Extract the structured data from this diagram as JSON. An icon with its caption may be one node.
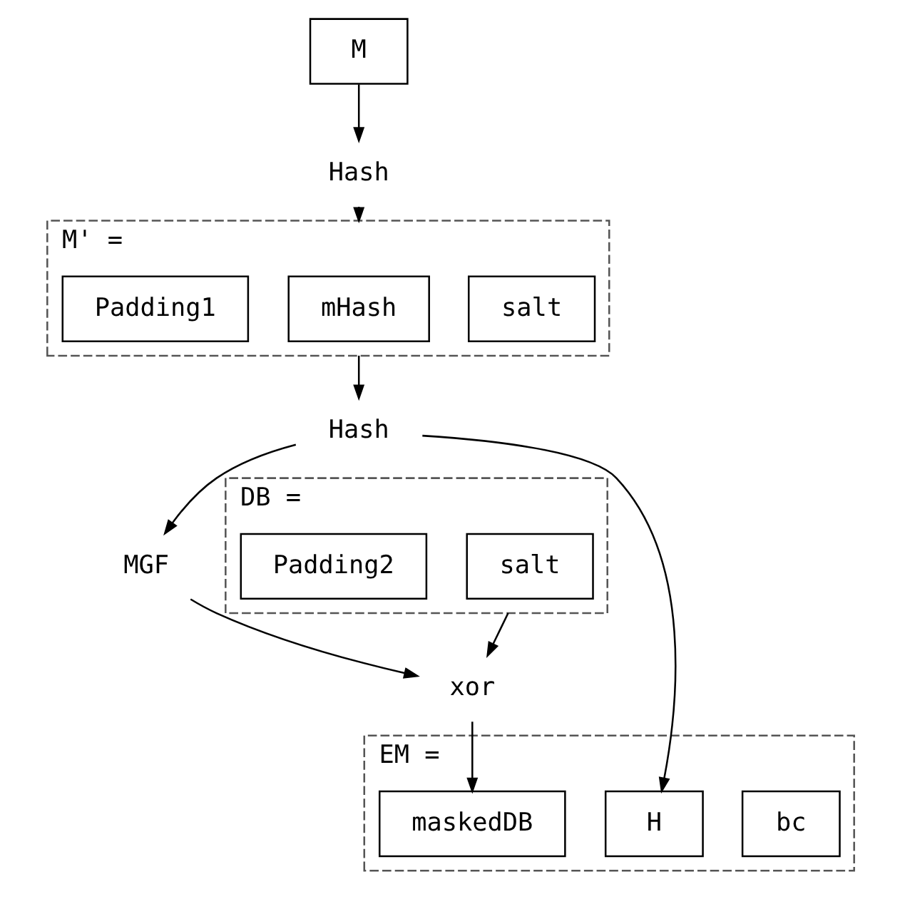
{
  "diagram": {
    "nodes": [
      {
        "text": [
          "M"
        ]
      },
      {
        "text": [
          "Hash"
        ]
      },
      {
        "text": [
          "M' ="
        ]
      },
      {
        "text": [
          "Padding1"
        ],
        "in": 2
      },
      {
        "text": [
          "mHash"
        ],
        "in": 2
      },
      {
        "text": [
          "salt"
        ],
        "in": 2
      },
      {
        "text": [
          "Hash"
        ]
      },
      {
        "text": [
          "DB ="
        ]
      },
      {
        "text": [
          "Padding2"
        ],
        "in": 7
      },
      {
        "text": [
          "salt"
        ],
        "in": 7
      },
      {
        "text": [
          "xor"
        ]
      },
      {
        "text": [
          "MGF"
        ]
      },
      {
        "text": [
          "EM ="
        ]
      },
      {
        "text": [
          "maskedDB"
        ],
        "in": 12
      },
      {
        "text": [
          "H"
        ],
        "in": 12
      },
      {
        "text": [
          "bc"
        ],
        "in": 12
      }
    ],
    "edges": [
      {
        "from": 0,
        "to": 1,
        "arrow": "to"
      },
      {
        "from": 1,
        "to": 2,
        "arrow": "to"
      },
      {
        "from": 2,
        "to": 6,
        "arrow": "to"
      },
      {
        "from": 6,
        "to": 14,
        "arrow": "to"
      },
      {
        "from": 6,
        "to": 11,
        "arrow": "to"
      },
      {
        "from": 11,
        "to": 10,
        "arrow": "to"
      },
      {
        "from": 7,
        "to": 10,
        "arrow": "to"
      },
      {
        "from": 10,
        "to": 13,
        "arrow": "to"
      }
    ]
  }
}
